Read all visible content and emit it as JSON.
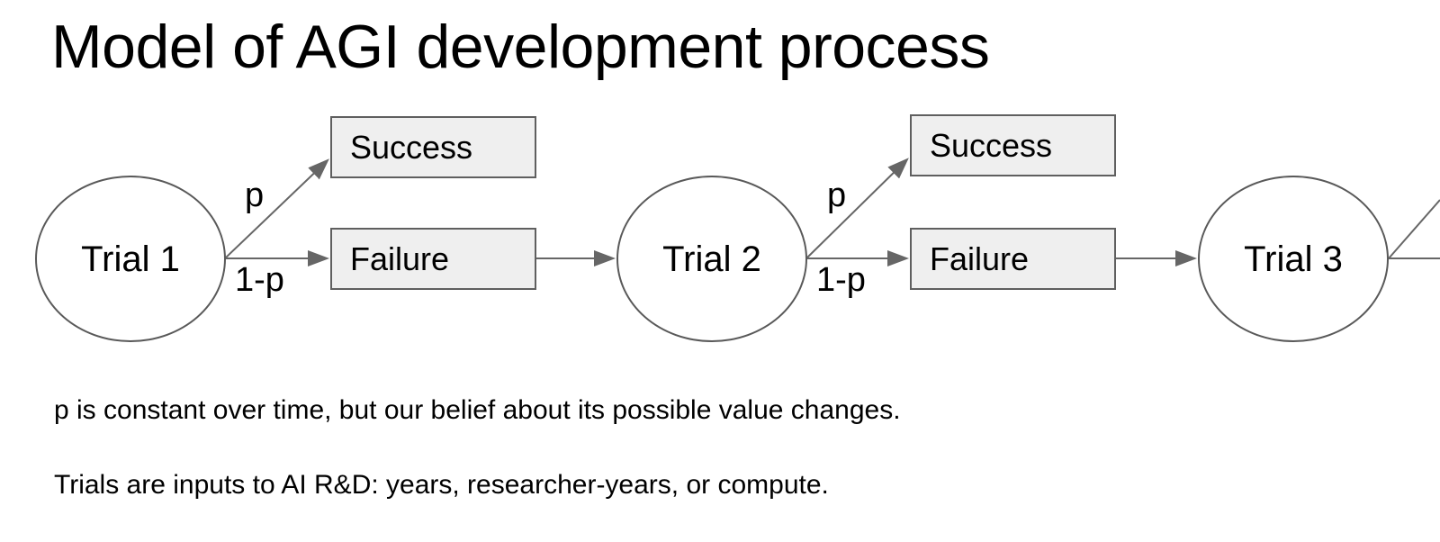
{
  "title": "Model of AGI development process",
  "diagram": {
    "trials": {
      "t1": "Trial 1",
      "t2": "Trial 2",
      "t3": "Trial 3"
    },
    "outcomes": {
      "success": "Success",
      "failure": "Failure"
    },
    "probabilities": {
      "success": "p",
      "failure": "1-p"
    }
  },
  "notes": {
    "line1": "p is constant over time, but our belief about its possible value changes.",
    "line2": "Trials are inputs to AI R&D: years, researcher-years, or compute."
  },
  "colors": {
    "background": "#ffffff",
    "text": "#000000",
    "arrow": "#666666",
    "box_fill": "#efefef",
    "box_border": "#5f5f5f",
    "circle_border": "#595959"
  }
}
